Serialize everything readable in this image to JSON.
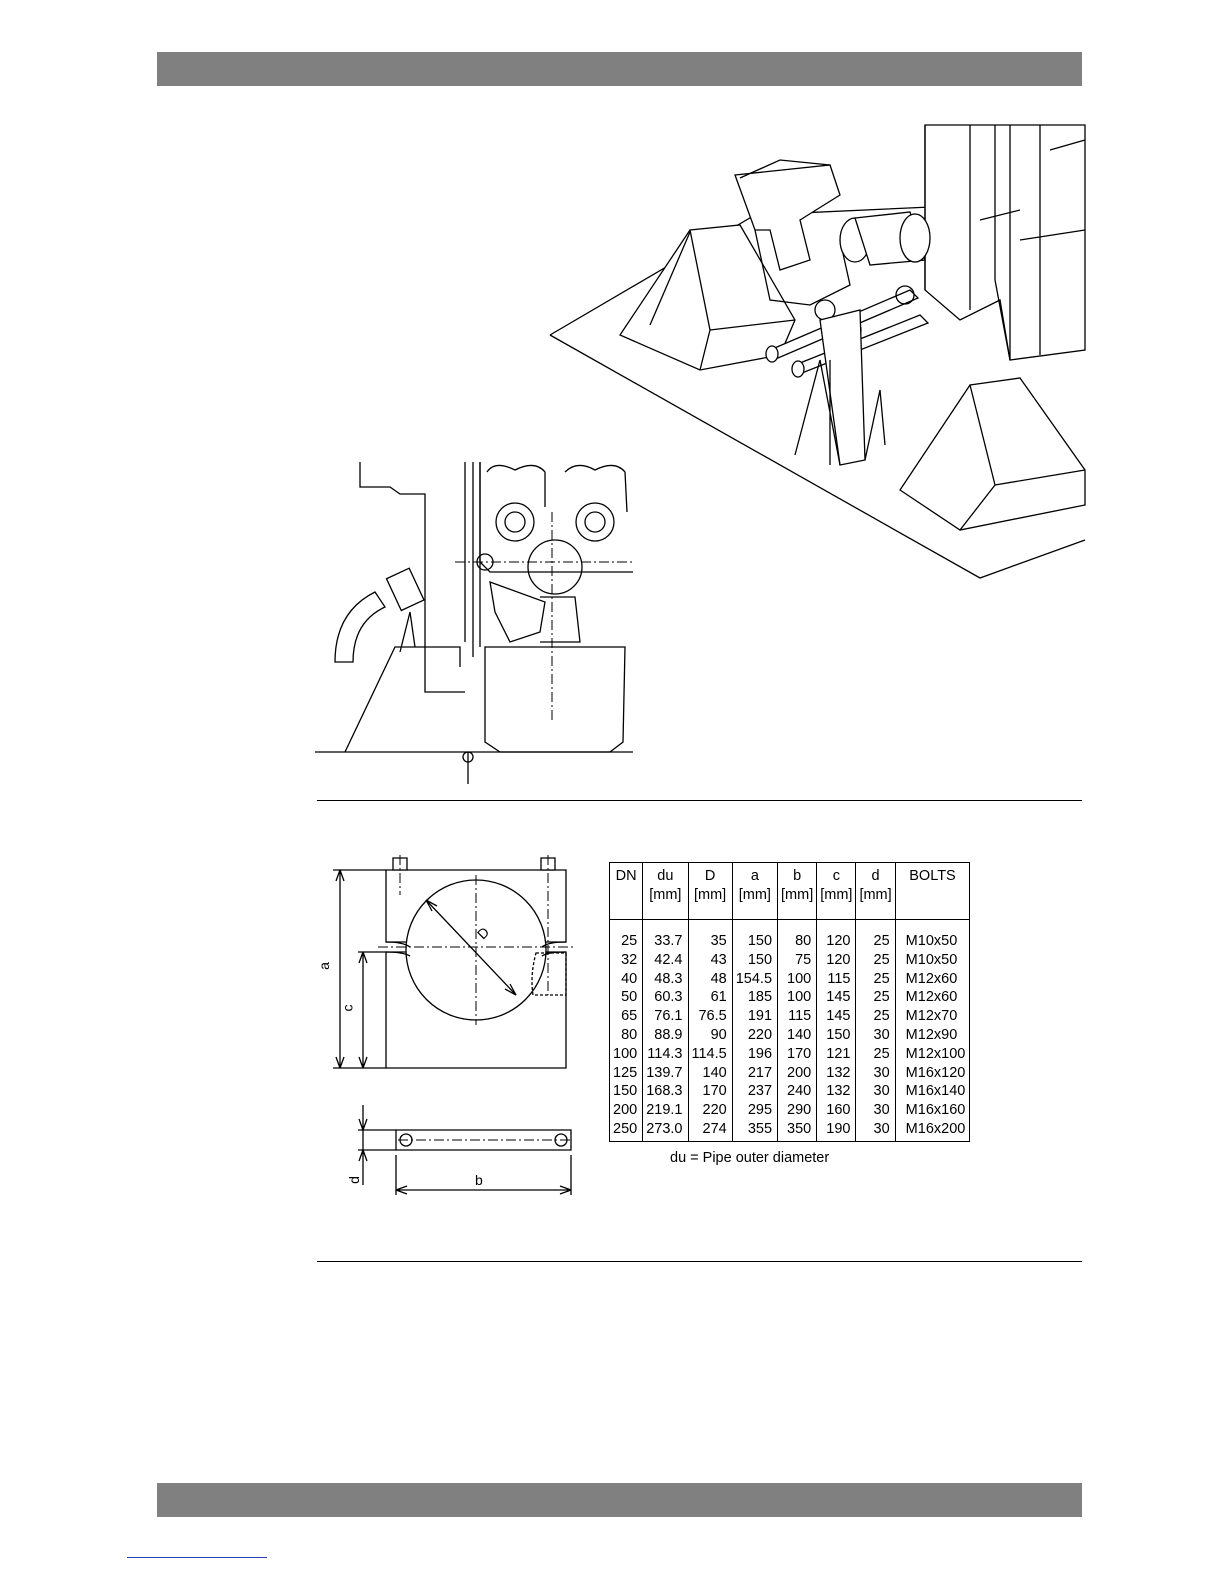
{
  "table": {
    "headers": [
      {
        "label": "DN",
        "unit": ""
      },
      {
        "label": "du",
        "unit": "[mm]"
      },
      {
        "label": "D",
        "unit": "[mm]"
      },
      {
        "label": "a",
        "unit": "[mm]"
      },
      {
        "label": "b",
        "unit": "[mm]"
      },
      {
        "label": "c",
        "unit": "[mm]"
      },
      {
        "label": "d",
        "unit": "[mm]"
      },
      {
        "label": "BOLTS",
        "unit": ""
      }
    ],
    "rows": [
      [
        "25",
        "33.7",
        "35",
        "150",
        "80",
        "120",
        "25",
        "M10x50"
      ],
      [
        "32",
        "42.4",
        "43",
        "150",
        "75",
        "120",
        "25",
        "M10x50"
      ],
      [
        "40",
        "48.3",
        "48",
        "154.5",
        "100",
        "115",
        "25",
        "M12x60"
      ],
      [
        "50",
        "60.3",
        "61",
        "185",
        "100",
        "145",
        "25",
        "M12x60"
      ],
      [
        "65",
        "76.1",
        "76.5",
        "191",
        "115",
        "145",
        "25",
        "M12x70"
      ],
      [
        "80",
        "88.9",
        "90",
        "220",
        "140",
        "150",
        "30",
        "M12x90"
      ],
      [
        "100",
        "114.3",
        "114.5",
        "196",
        "170",
        "121",
        "25",
        "M12x100"
      ],
      [
        "125",
        "139.7",
        "140",
        "217",
        "200",
        "132",
        "30",
        "M16x120"
      ],
      [
        "150",
        "168.3",
        "170",
        "237",
        "240",
        "132",
        "30",
        "M16x140"
      ],
      [
        "200",
        "219.1",
        "220",
        "295",
        "290",
        "160",
        "30",
        "M16x160"
      ],
      [
        "250",
        "273.0",
        "274",
        "355",
        "350",
        "190",
        "30",
        "M16x200"
      ]
    ],
    "note": "du = Pipe outer diameter"
  },
  "clamp_drawing": {
    "labels": {
      "a": "a",
      "c": "c",
      "D": "D",
      "d": "d",
      "b": "b"
    }
  },
  "illustrations": {
    "isometric": "engine-mounting-isometric",
    "section": "engine-section-view"
  },
  "colors": {
    "header_bar": "#808080",
    "footer_link": "#2b3fbf"
  }
}
